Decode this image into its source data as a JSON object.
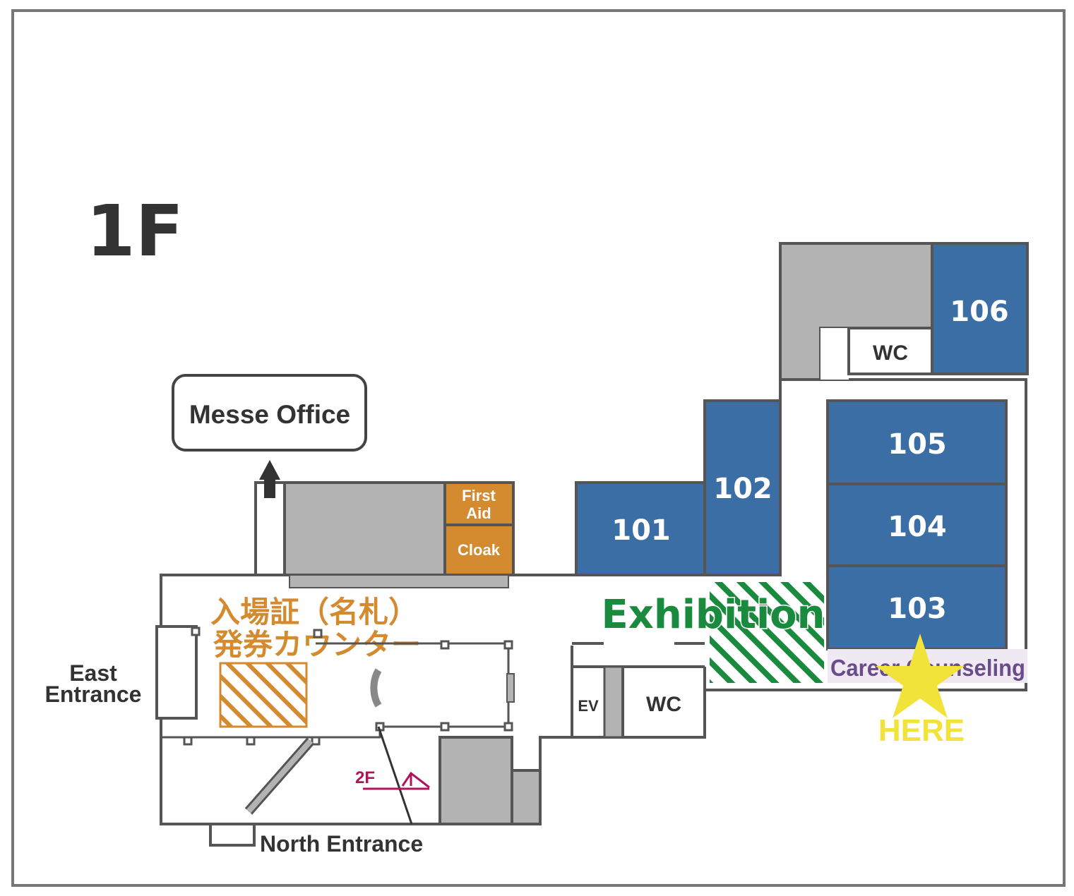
{
  "floor_label": "1F",
  "colors": {
    "room_blue": "#3b6ea5",
    "gray_block": "#b3b3b3",
    "orange": "#d48a2e",
    "green": "#1a8a3e",
    "purple": "#6b4c8a",
    "yellow": "#f2e33a",
    "magenta": "#b0135a",
    "dark_text": "#333333",
    "wall": "#555555"
  },
  "rooms": {
    "r101": "101",
    "r102": "102",
    "r103": "103",
    "r104": "104",
    "r105": "105",
    "r106": "106"
  },
  "facilities": {
    "first_aid_line1": "First",
    "first_aid_line2": "Aid",
    "cloak": "Cloak",
    "wc_upper": "WC",
    "wc_lower": "WC",
    "ev": "EV",
    "messe_office": "Messe Office"
  },
  "areas": {
    "exhibition": "Exhibition",
    "career_counseling": "Career Counseling",
    "badge_counter_line1": "入場証（名札）",
    "badge_counter_line2": "発券カウンター",
    "stairs_to_2f": "2F"
  },
  "entrances": {
    "east_line1": "East",
    "east_line2": "Entrance",
    "north": "North Entrance"
  },
  "marker": {
    "label": "HERE",
    "icon": "star-icon"
  }
}
